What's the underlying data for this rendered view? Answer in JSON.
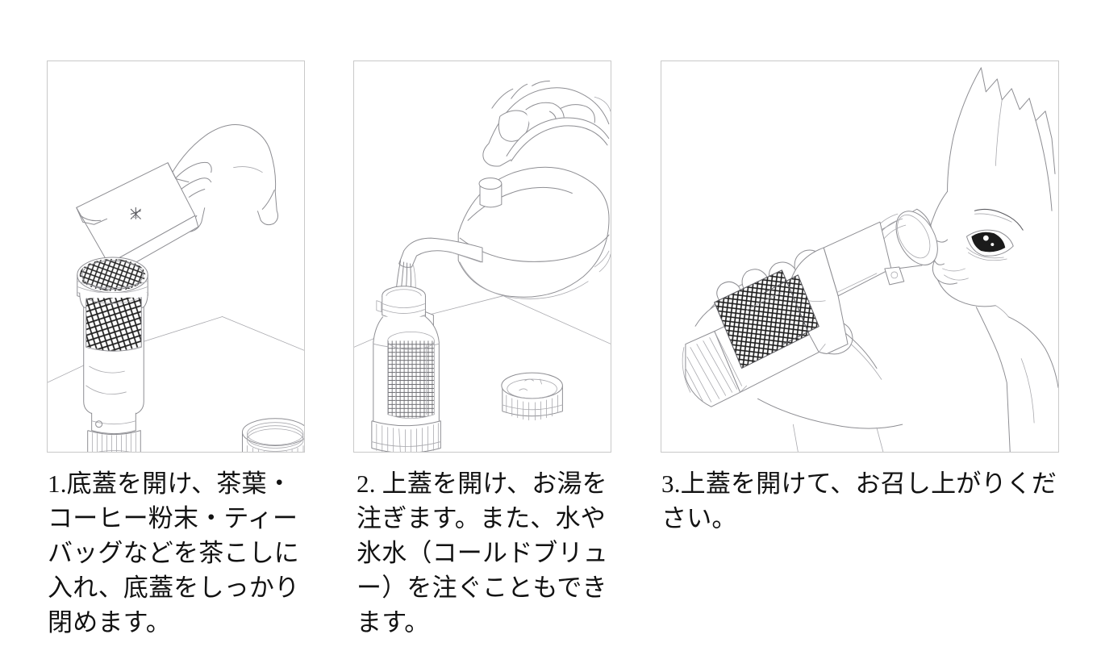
{
  "document": {
    "title": "茶こし付きボトル 使い方説明イラスト",
    "background_color": "#ffffff",
    "text_color": "#121212",
    "line_art_color": "#8e8e93",
    "panel_border_color": "#c9c9c9"
  },
  "steps": [
    {
      "number": "1",
      "caption": "1.底蓋を開け、茶葉・コーヒー粉末・ティーバッグなどを茶こしに入れ、底蓋をしっかり閉めます。",
      "illustration_name": "hand-pouring-tea-leaves-into-inverted-bottle",
      "elements": [
        "hand-holding-tea-pouch",
        "tea-pouch",
        "tea-leaves-falling",
        "inverted-bottle",
        "mesh-strainer",
        "bottom-cap-on-table",
        "table-corner"
      ]
    },
    {
      "number": "2",
      "caption": "2. 上蓋を開け、お湯を注ぎます。また、水や氷水（コールドブリュー）を注ぐこともできます。",
      "illustration_name": "hand-pouring-kettle-water-into-bottle",
      "elements": [
        "hand-holding-kettle-handle",
        "kettle",
        "kettle-lid-knob",
        "kettle-spout",
        "water-stream",
        "upright-bottle",
        "mesh-strainer",
        "top-cap-on-table",
        "table-corner"
      ]
    },
    {
      "number": "3",
      "caption": "3.上蓋を開けて、お召し上がりください。",
      "illustration_name": "person-drinking-from-bottle",
      "elements": [
        "person-profile-face",
        "eye",
        "eyebrow",
        "hair",
        "hand-holding-bottle",
        "tilted-bottle",
        "mesh-strainer",
        "bottle-cap-open",
        "shoulder"
      ]
    }
  ]
}
